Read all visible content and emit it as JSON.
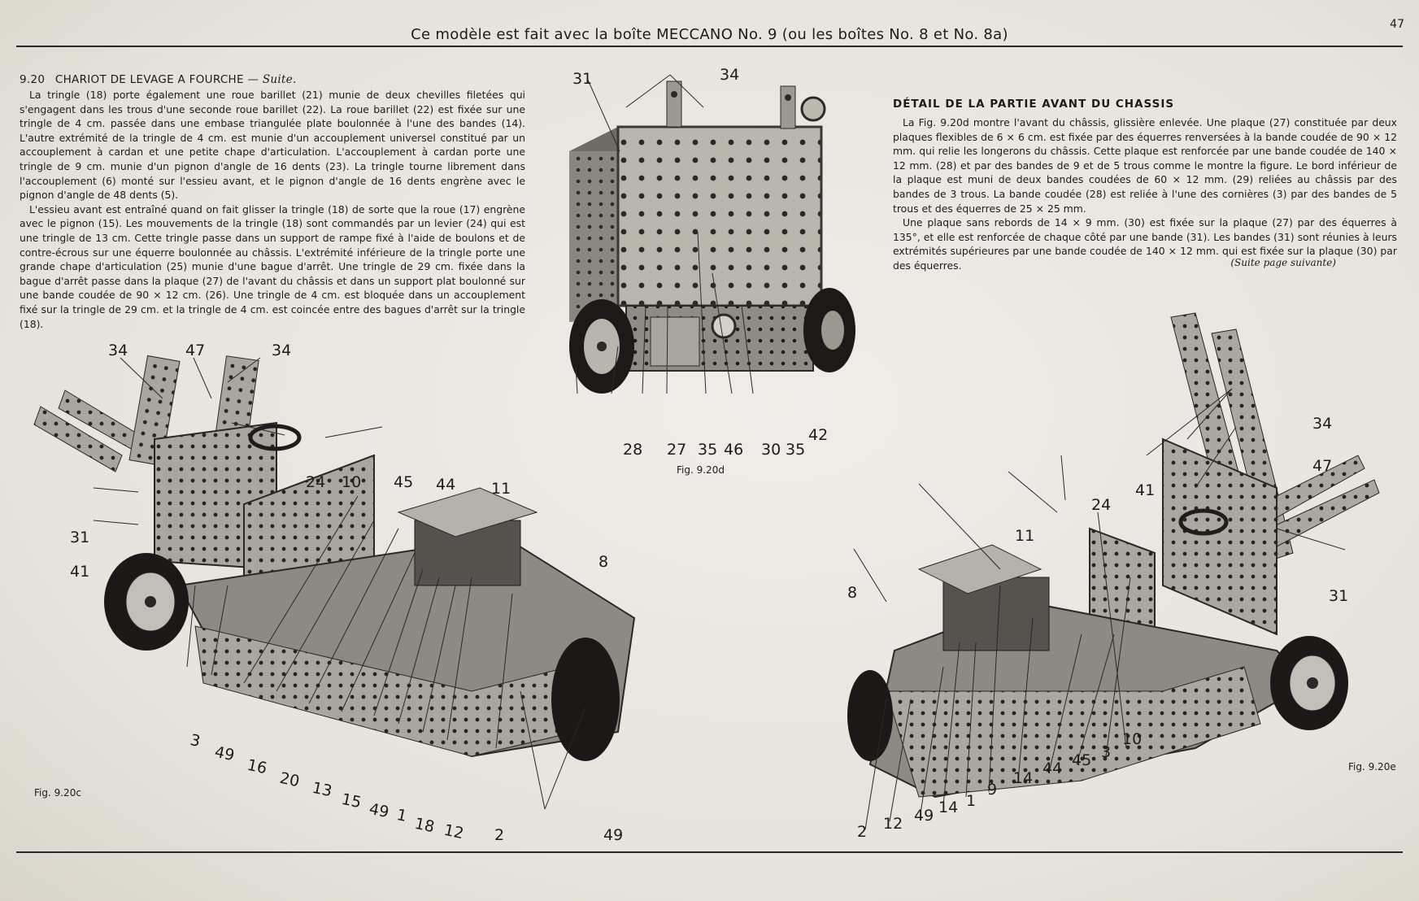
{
  "header": {
    "title": "Ce modèle est fait avec la boîte MECCANO No. 9 (ou les boîtes No. 8 et No. 8a)",
    "page_number": "47"
  },
  "left_section": {
    "number": "9.20",
    "title": "CHARIOT DE LEVAGE A FOURCHE",
    "suite": "— Suite.",
    "paragraphs": [
      "La tringle (18) porte également une roue barillet (21) munie de deux chevilles filetées qui s'engagent dans les trous d'une seconde roue barillet (22). La roue barillet (22) est fixée sur une tringle de 4 cm. passée dans une embase triangulée plate boulonnée à l'une des bandes (14). L'autre extrémité de la tringle de 4 cm. est munie d'un accouplement universel constitué par un accouplement à cardan et une petite chape d'articulation. L'accouplement à cardan porte une tringle de 9 cm. munie d'un pignon d'angle de 16 dents (23). La tringle tourne librement dans l'accouplement (6) monté sur l'essieu avant, et le pignon d'angle de 16 dents engrène avec le pignon d'angle de 48 dents (5).",
      "L'essieu avant est entraîné quand on fait glisser la tringle (18) de sorte que la roue (17) engrène avec le pignon (15). Les mouvements de la tringle (18) sont commandés par un levier (24) qui est une tringle de 13 cm. Cette tringle passe dans un support de rampe fixé à l'aide de boulons et de contre-écrous sur une équerre boulonnée au châssis. L'extrémité inférieure de la tringle porte une grande chape d'articulation (25) munie d'une bague d'arrêt. Une tringle de 29 cm. fixée dans la bague d'arrêt passe dans la plaque (27) de l'avant du châssis et dans un support plat boulonné sur une bande coudée de 90 × 12 cm. (26). Une tringle de 4 cm. est bloquée dans un accouplement fixé sur la tringle de 29 cm. et la tringle de 4 cm. est coincée entre des bagues d'arrêt sur la tringle (18)."
    ]
  },
  "right_section": {
    "title": "DÉTAIL DE LA PARTIE AVANT DU CHASSIS",
    "paragraphs": [
      "La Fig. 9.20d montre l'avant du châssis, glissière enlevée. Une plaque (27) constituée par deux plaques flexibles de 6 × 6 cm. est fixée par des équerres renversées à la bande coudée de 90 × 12 mm. qui relie les longerons du châssis. Cette plaque est renforcée par une bande coudée de 140 × 12 mm. (28) et par des bandes de 9 et de 5 trous comme le montre la figure. Le bord inférieur de la plaque est muni de deux bandes coudées de 60 × 12 mm. (29) reliées au châssis par des bandes de 3 trous. La bande coudée (28) est reliée à l'une des cornières (3) par des bandes de 5 trous et des équerres de 25 × 25 mm.",
      "Une plaque sans rebords de 14 × 9 mm. (30) est fixée sur la plaque (27) par des équerres à 135°, et elle est renforcée de chaque côté par une bande (31). Les bandes (31) sont réunies à leurs extrémités supérieures par une bande coudée de 140 × 12 mm. qui est fixée sur la plaque (30) par des équerres."
    ],
    "suite_next": "(Suite page suivante)"
  },
  "figures": {
    "fig_d": {
      "caption": "Fig. 9.20d",
      "labels": {
        "top_left": "31",
        "top": "34",
        "bottom": [
          "28",
          "27",
          "35",
          "46",
          "30",
          "35",
          "42"
        ]
      }
    },
    "fig_c": {
      "caption": "Fig. 9.20c",
      "labels": {
        "l34a": "34",
        "l47": "47",
        "l34b": "34",
        "l24": "24",
        "l10": "10",
        "l45": "45",
        "l44": "44",
        "l11": "11",
        "l31": "31",
        "l41": "41",
        "l8": "8",
        "bottom": [
          "3",
          "49",
          "16",
          "20",
          "13",
          "15",
          "49",
          "1",
          "18",
          "12",
          "2",
          "49"
        ]
      }
    },
    "fig_e": {
      "caption": "Fig. 9.20e",
      "labels": {
        "l34": "34",
        "l47": "47",
        "l41": "41",
        "l24": "24",
        "l11": "11",
        "l8": "8",
        "l31": "31",
        "bottom": [
          "2",
          "12",
          "49",
          "14",
          "1",
          "9",
          "14",
          "44",
          "45",
          "3",
          "10"
        ]
      }
    }
  }
}
